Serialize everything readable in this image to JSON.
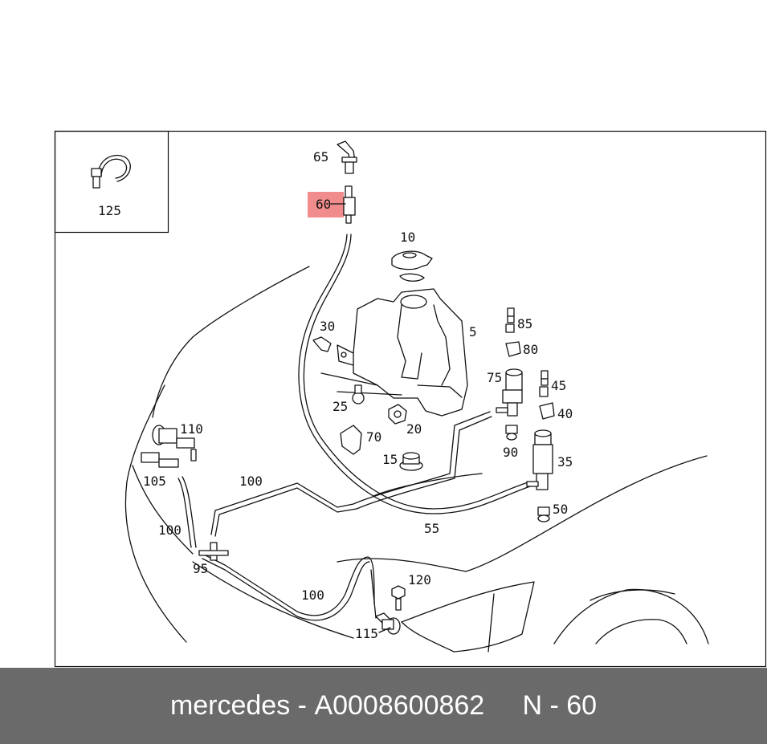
{
  "callouts": {
    "c125": "125",
    "c65": "65",
    "c60": "60",
    "c10": "10",
    "c30": "30",
    "c5": "5",
    "c85": "85",
    "c80": "80",
    "c75": "75",
    "c45": "45",
    "c40": "40",
    "c25": "25",
    "c20": "20",
    "c110": "110",
    "c70": "70",
    "c90": "90",
    "c15": "15",
    "c35": "35",
    "c105": "105",
    "c100a": "100",
    "c100b": "100",
    "c100c": "100",
    "c50": "50",
    "c55": "55",
    "c95": "95",
    "c120": "120",
    "c115": "115"
  },
  "highlight_color": "#f08080",
  "footer": {
    "brand": "mercedes",
    "separator": " - ",
    "part_number": "A0008600862",
    "gap": "     ",
    "position": "N - 60"
  }
}
